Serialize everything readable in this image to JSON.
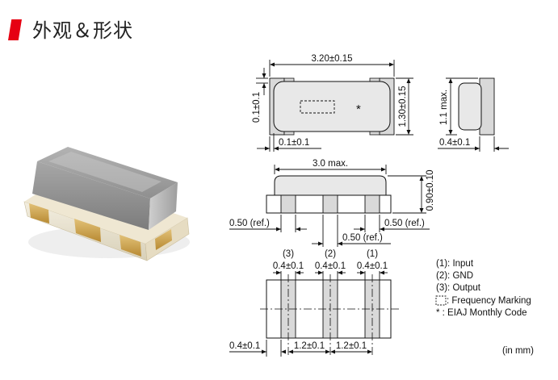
{
  "header": {
    "title": "外观＆形状"
  },
  "diagram": {
    "top_view": {
      "width_label": "3.20±0.15",
      "height_label": "1.30±0.15",
      "left_offset_label": "0.1±0.1",
      "bottom_offset_label": "0.1±0.1",
      "mark_symbol": "*"
    },
    "side_view": {
      "height_label": "1.1 max.",
      "width_label": "0.4±0.1"
    },
    "front_view": {
      "length_label": "3.0 max.",
      "height_label": "0.90±0.10",
      "ref_left_label": "0.50 (ref.)",
      "ref_right_label": "0.50 (ref.)",
      "ref_center_label": "0.50 (ref.)"
    },
    "bottom_view": {
      "pin3_label": "(3)",
      "pin2_label": "(2)",
      "pin1_label": "(1)",
      "pin3_width": "0.4±0.1",
      "pin2_width": "0.4±0.1",
      "pin1_width": "0.4±0.1",
      "edge_label": "0.4±0.1",
      "pitch1_label": "1.2±0.1",
      "pitch2_label": "1.2±0.1"
    },
    "legend": {
      "input": "(1): Input",
      "gnd": "(2): GND",
      "output": "(3): Output",
      "frequency": ": Frequency Marking",
      "eiaj": "* : EIAJ Monthly Code"
    },
    "units": "(in mm)"
  },
  "colors": {
    "accent": "#e60012",
    "body_fill": "#e8e8e8",
    "electrode_fill": "#d8d8d8"
  }
}
